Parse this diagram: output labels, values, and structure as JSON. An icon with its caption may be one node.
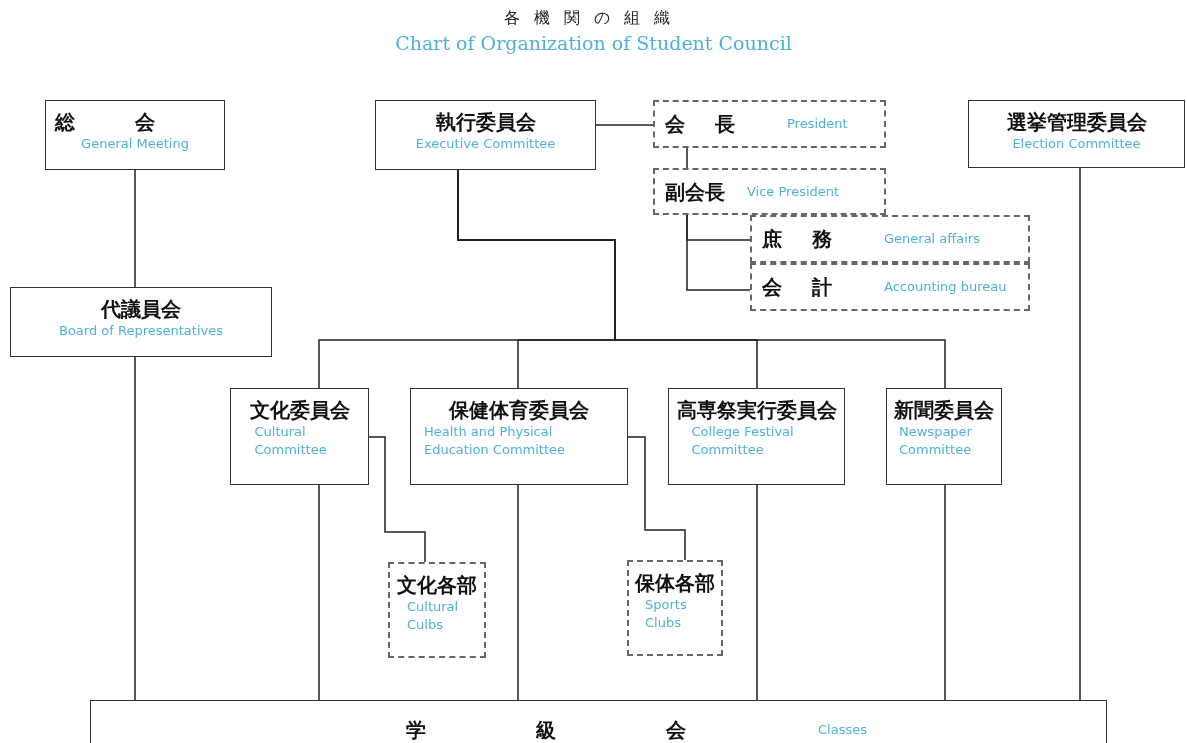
{
  "diagram": {
    "title": "各機関の組織",
    "nodes": [
      {
        "text": [
          "総会",
          "General Meeting"
        ]
      },
      {
        "text": [
          "執行委員会",
          "Executive Committee"
        ]
      },
      {
        "text": [
          "会長",
          "President"
        ]
      },
      {
        "text": [
          "副会長",
          "Vice President"
        ]
      },
      {
        "text": [
          "庶務",
          "General affairs"
        ]
      },
      {
        "text": [
          "会計",
          "Accounting bureau"
        ]
      },
      {
        "text": [
          "選挙管理委員会",
          "Election Committee"
        ]
      },
      {
        "text": [
          "代議員会",
          "Board of Representatives"
        ]
      },
      {
        "text": [
          "文化委員会",
          "Cultural Committee"
        ]
      },
      {
        "text": [
          "保健体育委員会",
          "Health and Physical Education Committee"
        ]
      },
      {
        "text": [
          "高専祭実行委員会",
          "College Festival Committee"
        ]
      },
      {
        "text": [
          "新聞委員会",
          "Newspaper Committee"
        ]
      },
      {
        "text": [
          "文化各部",
          "Cultural Culbs"
        ]
      },
      {
        "text": [
          "保体各部",
          "Sports Clubs"
        ]
      },
      {
        "text": [
          "学級会",
          "Classes"
        ]
      }
    ],
    "edges": [
      {
        "from": 0,
        "to": 7,
        "arrow": "none"
      },
      {
        "from": 7,
        "to": 14,
        "arrow": "none"
      },
      {
        "from": 1,
        "to": 2,
        "arrow": "none"
      },
      {
        "from": 2,
        "to": 3,
        "arrow": "none"
      },
      {
        "from": 3,
        "to": 4,
        "arrow": "none"
      },
      {
        "from": 3,
        "to": 5,
        "arrow": "none"
      },
      {
        "from": 1,
        "to": 8,
        "arrow": "none"
      },
      {
        "from": 1,
        "to": 9,
        "arrow": "none"
      },
      {
        "from": 1,
        "to": 10,
        "arrow": "none"
      },
      {
        "from": 1,
        "to": 11,
        "arrow": "none"
      },
      {
        "from": 8,
        "to": 12,
        "arrow": "none"
      },
      {
        "from": 9,
        "to": 13,
        "arrow": "none"
      },
      {
        "from": 8,
        "to": 14,
        "arrow": "none"
      },
      {
        "from": 9,
        "to": 14,
        "arrow": "none"
      },
      {
        "from": 10,
        "to": 14,
        "arrow": "none"
      },
      {
        "from": 11,
        "to": 14,
        "arrow": "none"
      },
      {
        "from": 6,
        "to": 14,
        "arrow": "none"
      }
    ],
    "labels": [
      "Chart of Organization of Student Council"
    ]
  }
}
